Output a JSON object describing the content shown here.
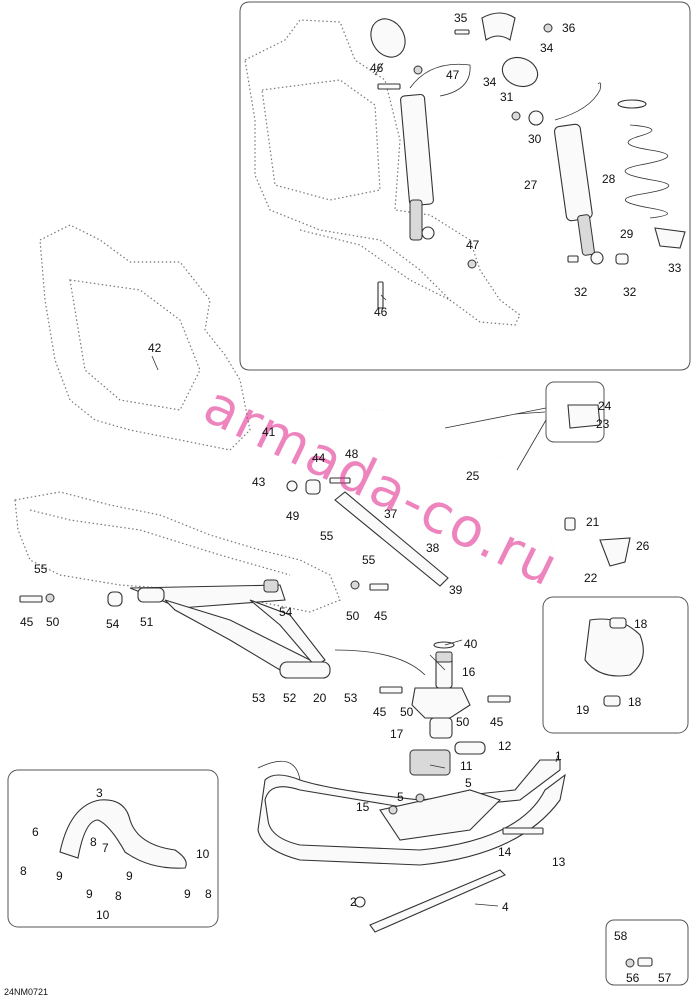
{
  "diagram": {
    "ref_code": "24NM0721",
    "watermark": "armada-co.ru",
    "callouts": [
      "1",
      "2",
      "3",
      "4",
      "5",
      "6",
      "7",
      "8",
      "9",
      "10",
      "11",
      "12",
      "13",
      "14",
      "15",
      "16",
      "17",
      "18",
      "19",
      "20",
      "21",
      "22",
      "23",
      "24",
      "25",
      "26",
      "27",
      "28",
      "29",
      "30",
      "31",
      "32",
      "33",
      "34",
      "35",
      "36",
      "37",
      "38",
      "39",
      "40",
      "41",
      "42",
      "43",
      "44",
      "45",
      "46",
      "47",
      "48",
      "49",
      "50",
      "51",
      "52",
      "53",
      "54",
      "55",
      "56",
      "57",
      "58"
    ]
  },
  "colors": {
    "watermark": "#e0218a",
    "line": "#333333",
    "frame_dots": "#777777"
  }
}
